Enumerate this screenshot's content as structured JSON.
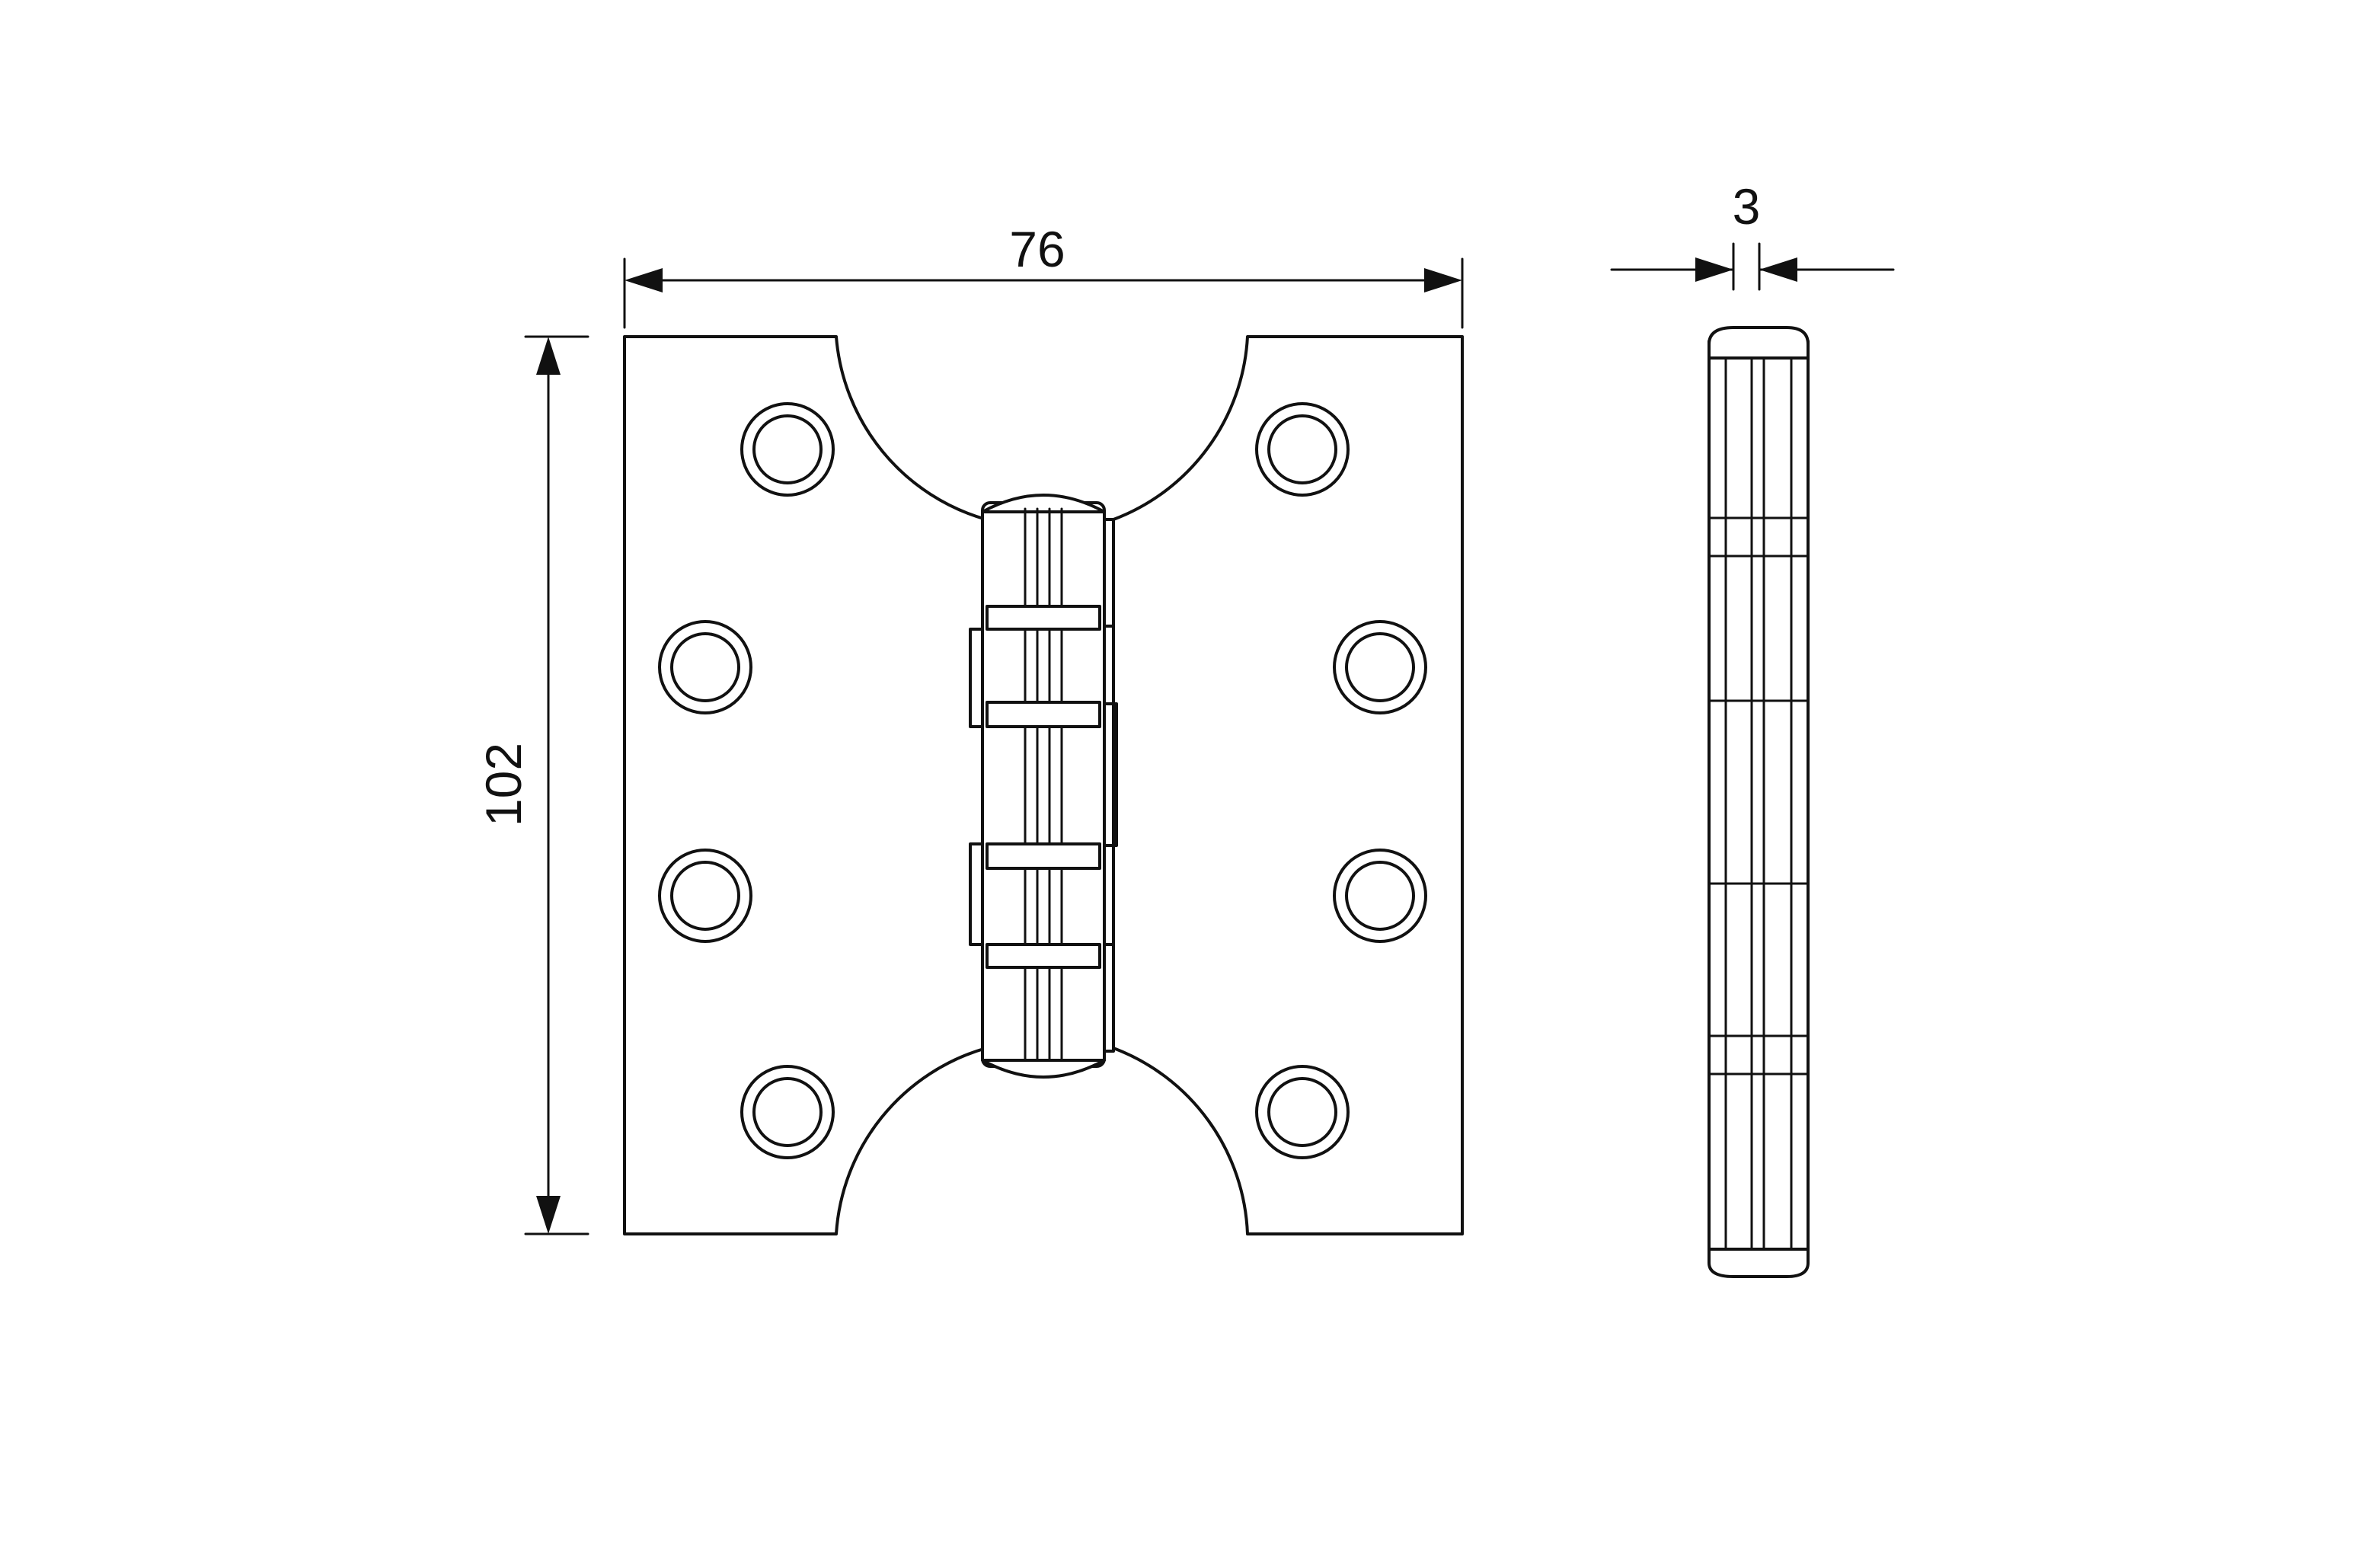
{
  "drawing": {
    "colors": {
      "ink": "#111111",
      "background": "#ffffff"
    },
    "dimensions": {
      "width_label": "76",
      "height_label": "102",
      "thickness_label": "3"
    },
    "views": {
      "front": {
        "screw_holes": 8,
        "knuckles": 5
      },
      "side": {
        "segments": 5
      }
    }
  }
}
